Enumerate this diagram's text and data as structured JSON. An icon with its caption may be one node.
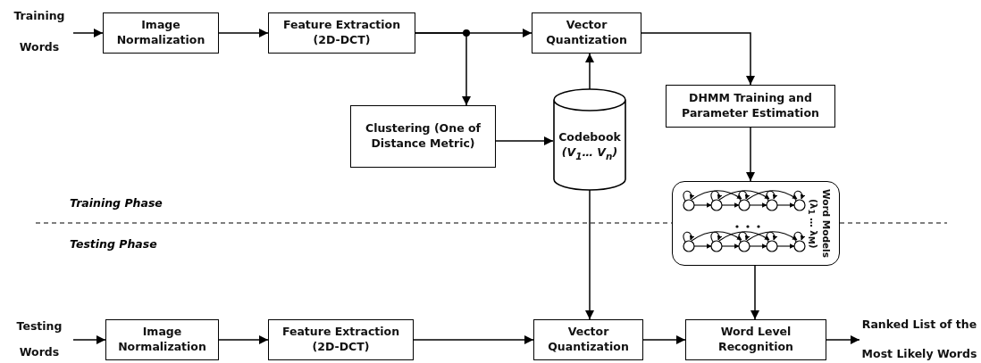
{
  "diagram": {
    "nodes": [
      {
        "text": [
          "Training",
          "Words"
        ]
      },
      {
        "text": [
          "Image Normalization"
        ]
      },
      {
        "text": [
          "Feature Extraction (2D-DCT)"
        ]
      },
      {
        "text": [
          "Vector Quantization"
        ]
      },
      {
        "text": [
          "Clustering (One of Distance Metric)"
        ]
      },
      {
        "text": [
          "Codebook",
          "(V$_{1}$… V$_{n}$)"
        ]
      },
      {
        "text": [
          "DHMM Training and Parameter Estimation"
        ]
      },
      {
        "text": [
          "Word Models",
          "(λ$_{1}$ … λ$_{M}$)"
        ]
      },
      {
        "text": [
          "Testing",
          "Words"
        ]
      },
      {
        "text": [
          "Image Normalization"
        ]
      },
      {
        "text": [
          "Feature Extraction (2D-DCT)"
        ]
      },
      {
        "text": [
          "Vector Quantization"
        ]
      },
      {
        "text": [
          "Word Level Recognition"
        ]
      },
      {
        "text": [
          "Ranked List of the",
          "Most Likely Words"
        ]
      }
    ],
    "edges": [
      {
        "from": 0,
        "to": 1,
        "arrow": "to"
      },
      {
        "from": 1,
        "to": 2,
        "arrow": "to"
      },
      {
        "from": 2,
        "to": 3,
        "arrow": "to"
      },
      {
        "from": 2,
        "to": 4,
        "arrow": "to"
      },
      {
        "from": 4,
        "to": 5,
        "arrow": "to"
      },
      {
        "from": 5,
        "to": 3,
        "arrow": "to"
      },
      {
        "from": 3,
        "to": 6,
        "arrow": "to"
      },
      {
        "from": 6,
        "to": 7,
        "arrow": "to"
      },
      {
        "from": 5,
        "to": 11,
        "arrow": "to"
      },
      {
        "from": 7,
        "to": 12,
        "arrow": "to"
      },
      {
        "from": 8,
        "to": 9,
        "arrow": "to"
      },
      {
        "from": 9,
        "to": 10,
        "arrow": "to"
      },
      {
        "from": 10,
        "to": 11,
        "arrow": "to"
      },
      {
        "from": 11,
        "to": 12,
        "arrow": "to"
      },
      {
        "from": 12,
        "to": 13,
        "arrow": "to"
      }
    ],
    "labels": [
      "Training Phase",
      "Testing Phase"
    ]
  }
}
